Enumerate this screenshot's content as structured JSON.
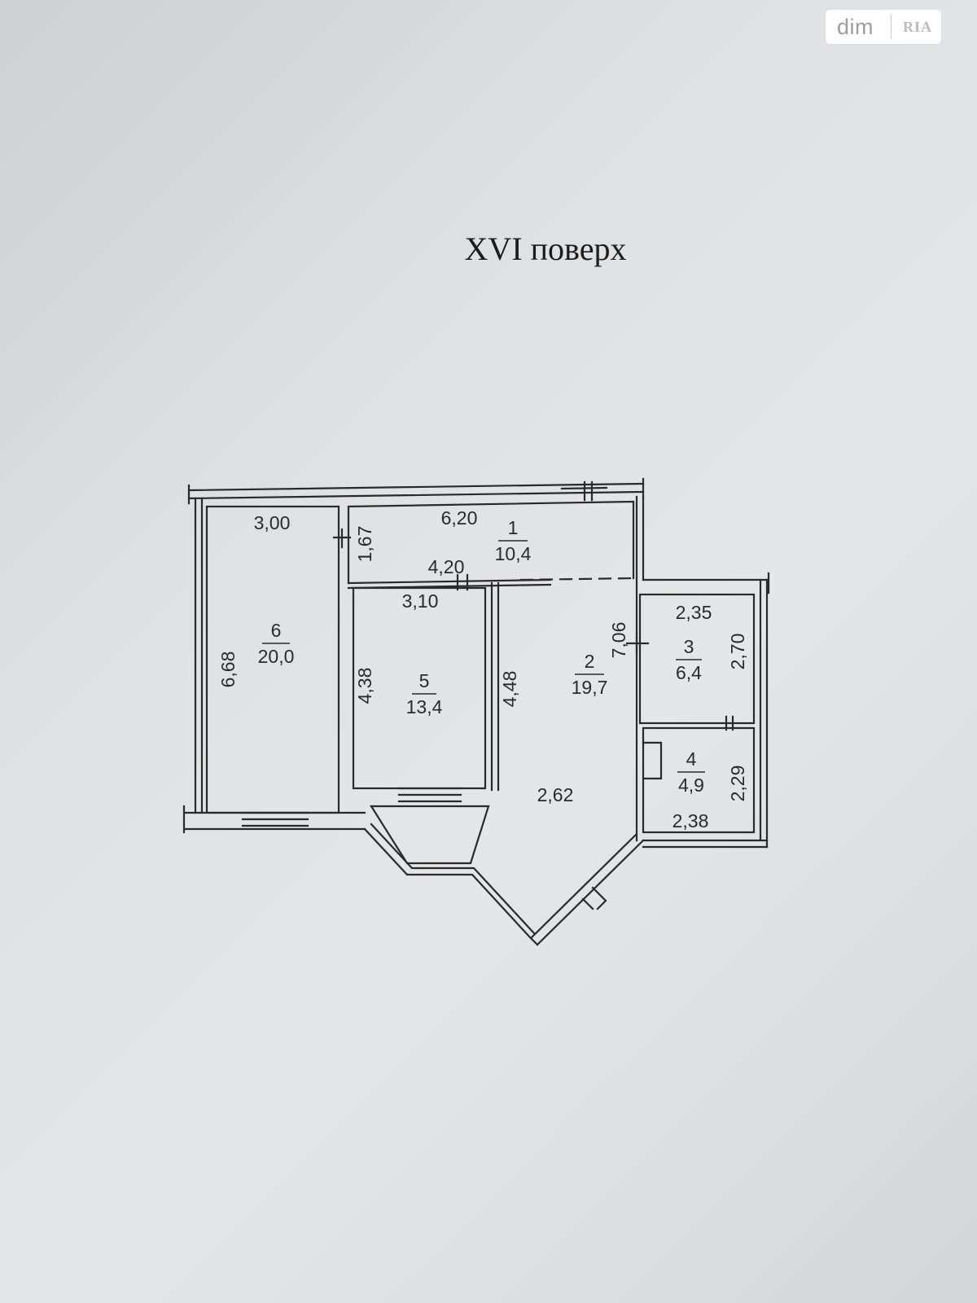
{
  "watermark": {
    "brand": "dim",
    "mark": "RIA"
  },
  "title": "XVI поверх",
  "rooms": [
    {
      "number": "1",
      "area": "10,4"
    },
    {
      "number": "2",
      "area": "19,7"
    },
    {
      "number": "3",
      "area": "6,4"
    },
    {
      "number": "4",
      "area": "4,9"
    },
    {
      "number": "5",
      "area": "13,4"
    },
    {
      "number": "6",
      "area": "20,0"
    }
  ],
  "dimensions": {
    "r6_width": "3,00",
    "r6_length": "6,68",
    "r1_width": "6,20",
    "r1_depth": "1,67",
    "corridor": "4,20",
    "r5_width": "3,10",
    "r5_left": "4,38",
    "r5_right": "4,48",
    "r2_length": "7,06",
    "r2_width": "2,62",
    "r3_width": "2,35",
    "r3_depth": "2,70",
    "r4_depth": "2,29",
    "r4_width": "2,38"
  },
  "colors": {
    "line": "#2a2a2a",
    "paper": "#dfe2e4"
  }
}
